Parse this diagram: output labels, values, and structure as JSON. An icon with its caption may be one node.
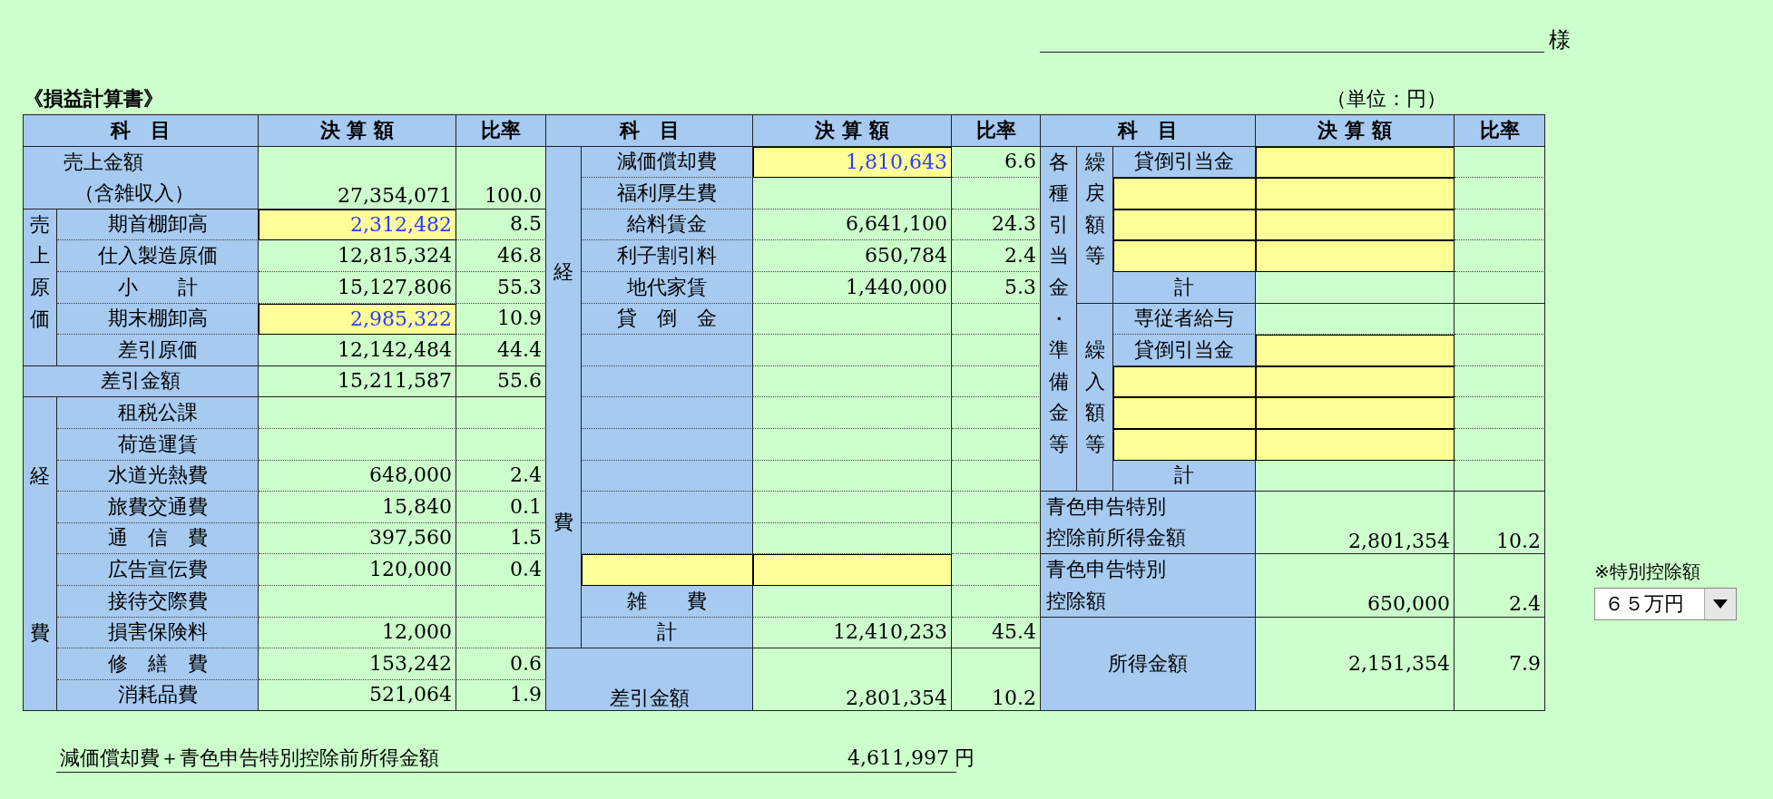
{
  "diagram": {
    "title": "《損益計算書》",
    "labels": [
      "様",
      "（単位：円）",
      "科　目",
      "決 算 額",
      "比率",
      "科　目",
      "決 算 額",
      "比率",
      "科　目",
      "決 算 額",
      "比率",
      "売上金額",
      "減価償却費",
      "1,810,643",
      "6.6",
      "各種引当金・準備金等",
      "繰戻額等",
      "貸倒引当金",
      "（含雑収入）",
      "27,354,071",
      "100.0",
      "福利厚生費",
      "売上原価",
      "期首棚卸高",
      "2,312,482",
      "8.5",
      "給料賃金",
      "6,641,100",
      "24.3",
      "仕入製造原価",
      "12,815,324",
      "46.8",
      "利子割引料",
      "650,784",
      "2.4",
      "小　　計",
      "15,127,806",
      "55.3",
      "経費",
      "地代家賃",
      "1,440,000",
      "5.3",
      "計",
      "期末棚卸高",
      "2,985,322",
      "10.9",
      "貸　倒　金",
      "専従者給与",
      "差引原価",
      "12,142,484",
      "44.4",
      "繰入額等",
      "貸倒引当金",
      "差引金額",
      "15,211,587",
      "55.6",
      "租税公課",
      "荷造運賃",
      "経費",
      "水道光熱費",
      "648,000",
      "2.4",
      "計",
      "旅費交通費",
      "15,840",
      "0.1",
      "青色申告特別",
      "通　信　費",
      "397,560",
      "1.5",
      "控除前所得金額",
      "2,801,354",
      "10.2",
      "広告宣伝費",
      "120,000",
      "0.4",
      "青色申告特別",
      "接待交際費",
      "雑　　費",
      "控除額",
      "650,000",
      "2.4",
      "損害保険料",
      "12,000",
      "計",
      "12,410,233",
      "45.4",
      "修　繕　費",
      "153,242",
      "0.6",
      "所得金額",
      "2,151,354",
      "7.9",
      "消耗品費",
      "521,064",
      "1.9",
      "差引金額",
      "2,801,354",
      "10.2",
      "※特別控除額",
      "６５万円",
      "減価償却費＋青色申告特別控除前所得金額",
      "4,611,997",
      "円"
    ]
  }
}
